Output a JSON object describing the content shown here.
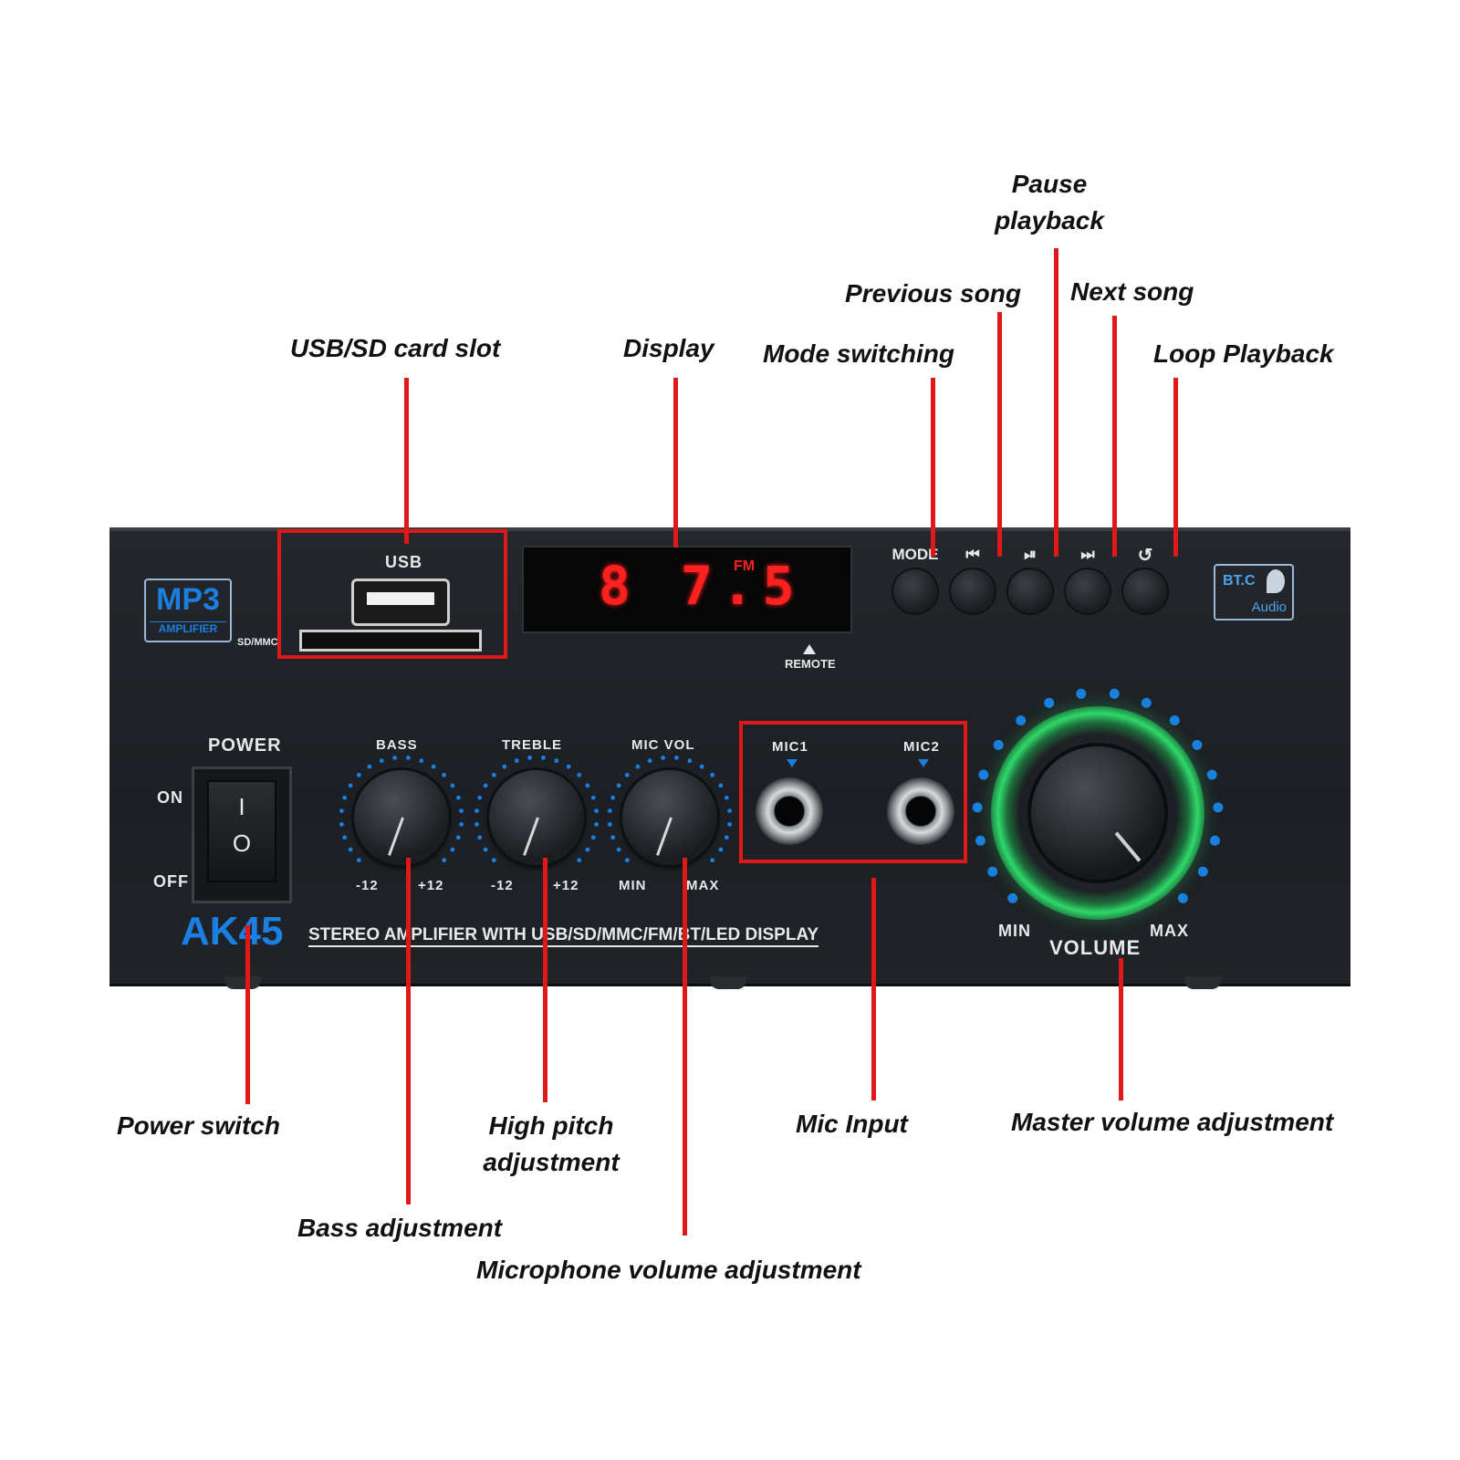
{
  "callouts": {
    "pause_playback": "Pause\nplayback",
    "previous_song": "Previous song",
    "next_song": "Next song",
    "usb_sd_slot": "USB/SD card slot",
    "display": "Display",
    "mode_switching": "Mode switching",
    "loop_playback": "Loop Playback",
    "power_switch": "Power switch",
    "high_pitch": "High pitch\nadjustment",
    "mic_input": "Mic Input",
    "master_volume": "Master volume adjustment",
    "bass_adjustment": "Bass adjustment",
    "mic_volume": "Microphone volume adjustment"
  },
  "panel": {
    "mp3_badge": "MP3",
    "amplifier_badge": "AMPLIFIER",
    "usb_label": "USB",
    "sd_label": "SD/MMC",
    "display_digits": "8 7.5",
    "display_band": "FM",
    "remote_label": "REMOTE",
    "bt_badge_top": "BT.C",
    "bt_badge_bottom": "Audio",
    "buttons": {
      "mode": "MODE",
      "prev": "⏮",
      "play_pause": "⏯",
      "next": "⏭",
      "loop": "↺"
    },
    "power_label": "POWER",
    "on_label": "ON",
    "off_label": "OFF",
    "switch_on_glyph": "I",
    "switch_off_glyph": "O",
    "bass_label": "BASS",
    "treble_label": "TREBLE",
    "mic_vol_label": "MIC  VOL",
    "bass_min": "-12",
    "bass_max": "+12",
    "treble_min": "-12",
    "treble_max": "+12",
    "micvol_min": "MIN",
    "micvol_max": "MAX",
    "mic1_label": "MIC1",
    "mic2_label": "MIC2",
    "model": "AK45",
    "tagline": "STEREO AMPLIFIER WITH USB/SD/MMC/FM/BT/LED  DISPLAY",
    "volume_label": "VOLUME",
    "volume_min": "MIN",
    "volume_max": "MAX"
  },
  "colors": {
    "leader": "#e01818",
    "panel": "#1f2226",
    "display_red": "#ff2020",
    "accent_blue": "#1a7fe0",
    "volume_glow": "#2fd86a"
  }
}
